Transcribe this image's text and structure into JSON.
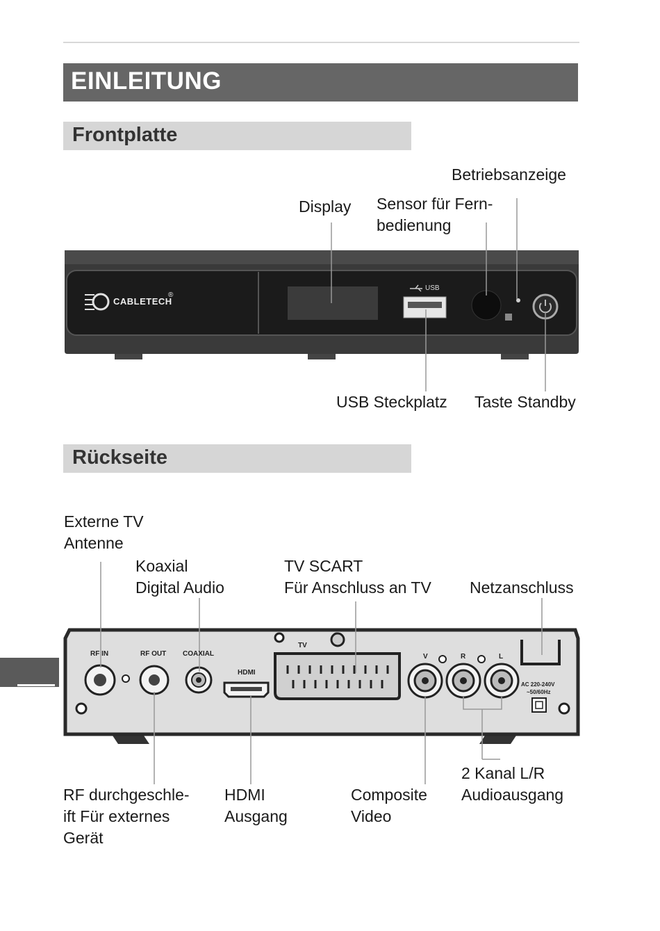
{
  "page": {
    "title": "EINLEITUNG",
    "sections": {
      "front": "Frontplatte",
      "rear": "Rückseite"
    }
  },
  "front_panel": {
    "brand": "CABLETECH",
    "registered_mark": "®",
    "usb_badge": "USB",
    "labels": {
      "power_led": "Betriebsanzeige",
      "display": "Display",
      "ir_sensor_line1": "Sensor für Fern-",
      "ir_sensor_line2": "bedienung",
      "usb_slot": "USB Steckplatz",
      "standby": "Taste Standby"
    }
  },
  "rear_panel": {
    "port_text": {
      "rf_in": "RF IN",
      "rf_out": "RF OUT",
      "coaxial": "COAXIAL",
      "hdmi": "HDMI",
      "tv": "TV",
      "v": "V",
      "r": "R",
      "l": "L",
      "ac_line1": "AC 220-240V",
      "ac_line2": "~50/60Hz"
    },
    "labels": {
      "antenna_line1": "Externe TV",
      "antenna_line2": "Antenne",
      "coax_line1": "Koaxial",
      "coax_line2": "Digital Audio",
      "scart_line1": "TV SCART",
      "scart_line2": "Für Anschluss an TV",
      "power_input": "Netzanschluss",
      "rf_out_line1": "RF durchgeschle-",
      "rf_out_line2": "ift Für externes",
      "rf_out_line3": "Gerät",
      "hdmi_line1": "HDMI",
      "hdmi_line2": "Ausgang",
      "composite_line1": "Composite",
      "composite_line2": "Video",
      "audio_line1": "2 Kanal L/R",
      "audio_line2": "Audioausgang"
    }
  }
}
